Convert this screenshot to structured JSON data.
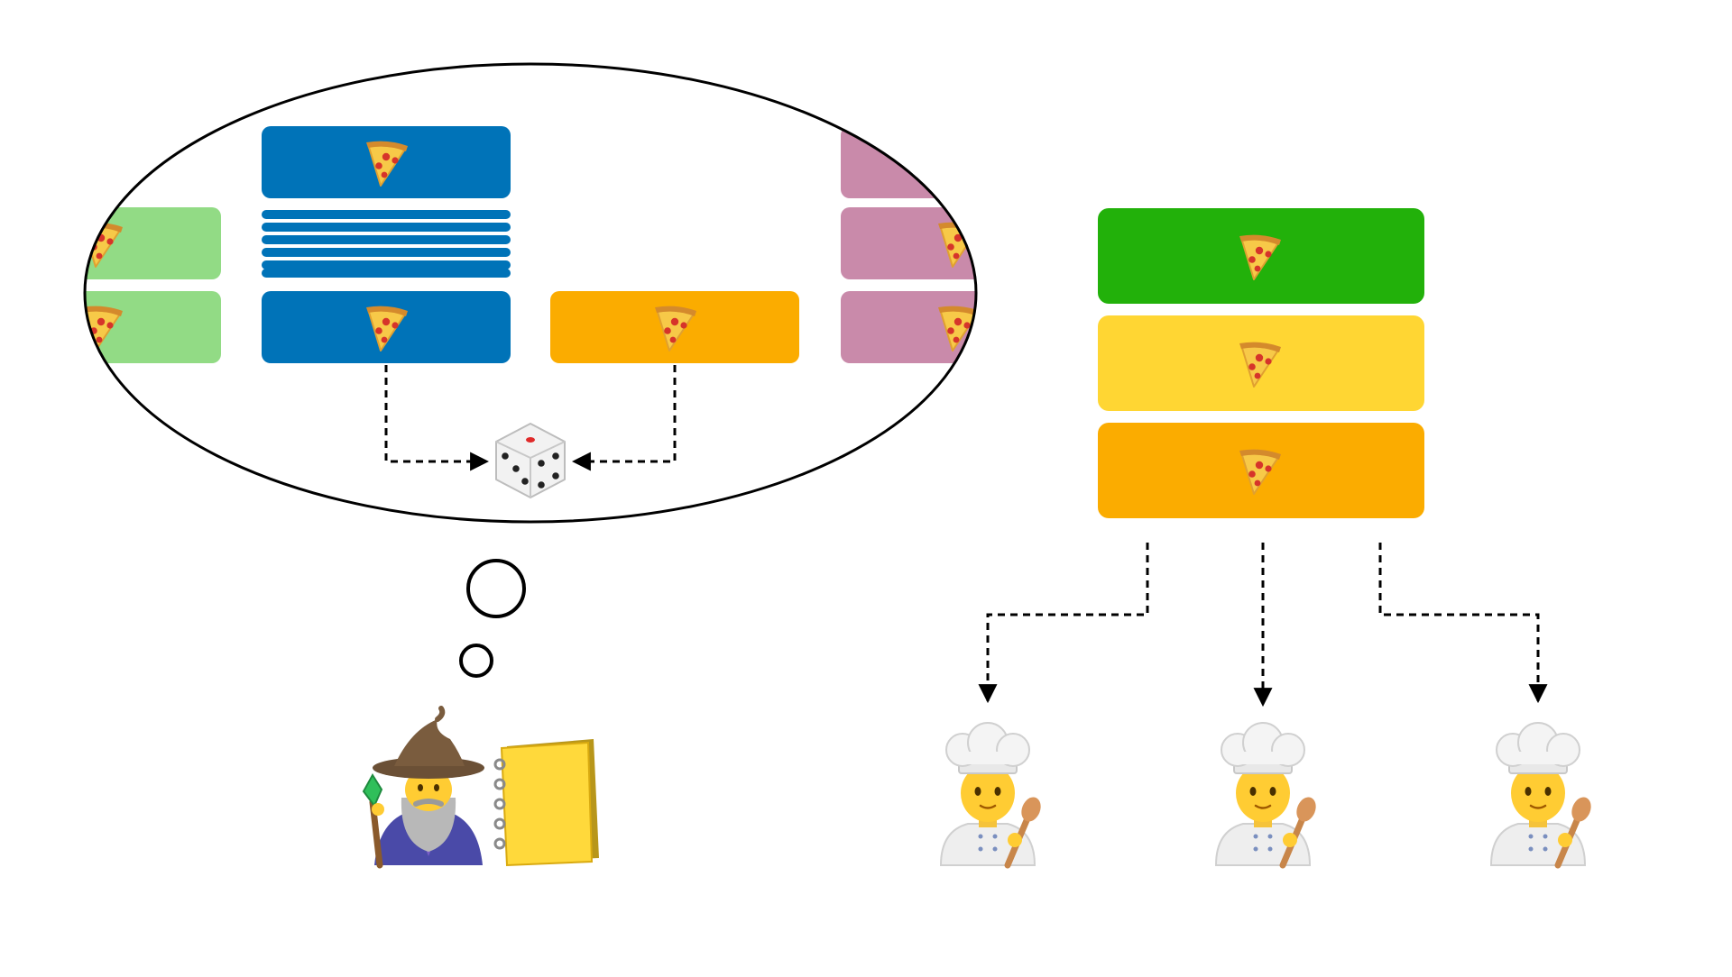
{
  "colors": {
    "background": "#ffffff",
    "blue": "#0073b8",
    "light_green": "#92db85",
    "pink": "#c98aaa",
    "orange": "#fbac00",
    "green": "#22b10a",
    "yellow": "#ffd633",
    "outline": "#000000"
  },
  "icons": {
    "pizza": "pizza-slice-icon",
    "dice": "dice-icon",
    "wizard": "wizard-icon",
    "notebook": "notebook-icon",
    "cook": "cook-icon"
  },
  "thought_bubble": {
    "blocks": [
      {
        "id": "green-top",
        "color": "light_green",
        "has_pizza": true
      },
      {
        "id": "green-bottom",
        "color": "light_green",
        "has_pizza": true
      },
      {
        "id": "blue-top",
        "color": "blue",
        "has_pizza": true
      },
      {
        "id": "blue-striped",
        "color": "blue",
        "stripes": 6,
        "has_pizza": false
      },
      {
        "id": "blue-bottom",
        "color": "blue",
        "has_pizza": true
      },
      {
        "id": "orange",
        "color": "orange",
        "has_pizza": true
      },
      {
        "id": "pink-top",
        "color": "pink",
        "has_pizza": false
      },
      {
        "id": "pink-middle",
        "color": "pink",
        "has_pizza": true
      },
      {
        "id": "pink-bottom",
        "color": "pink",
        "has_pizza": true
      }
    ],
    "arrows_to": "dice"
  },
  "stack": {
    "blocks": [
      {
        "id": "stack-green",
        "color": "green",
        "has_pizza": true
      },
      {
        "id": "stack-yellow",
        "color": "yellow",
        "has_pizza": true
      },
      {
        "id": "stack-orange",
        "color": "orange",
        "has_pizza": true
      }
    ],
    "cooks": 3
  }
}
